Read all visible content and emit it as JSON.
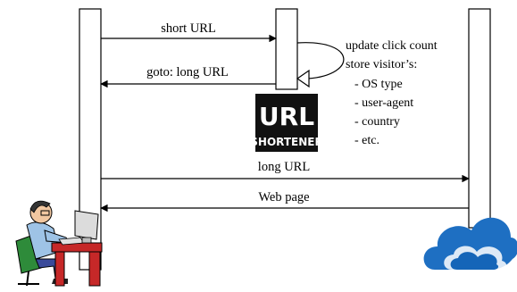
{
  "messages": {
    "short_url": "short URL",
    "goto_long_url": "goto: long URL",
    "long_url": "long URL",
    "web_page": "Web page"
  },
  "self_call": {
    "line1": "update click count",
    "line2": "store visitor’s:",
    "items": [
      "- OS type",
      "- user-agent",
      "- country",
      "- etc."
    ]
  },
  "logo": {
    "line1": "URL",
    "line2": "SHORTENER"
  },
  "icons": {
    "user": "person-at-computer-icon",
    "server": "cloud-icon"
  },
  "colors": {
    "lines": "#000000",
    "lifeline_fill": "#ffffff",
    "logo_bg": "#111111",
    "logo_text": "#ffffff",
    "cloud": "#1e6fc2",
    "cloud_dark": "#1565b8",
    "desk": "#c62828",
    "shirt": "#9ec3e6",
    "pants": "#3a4a9a"
  }
}
